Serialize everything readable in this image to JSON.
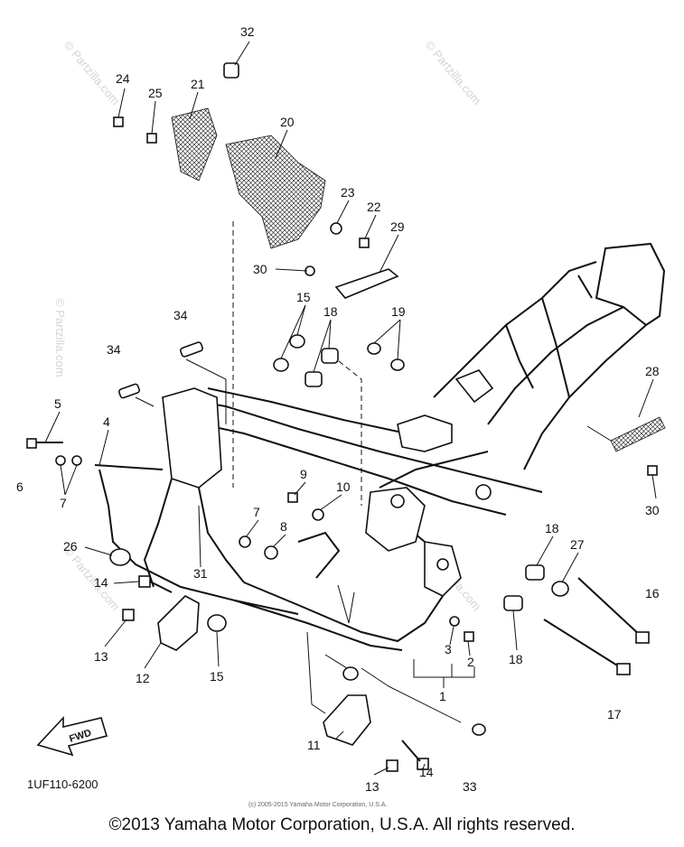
{
  "part_labels": [
    "32",
    "24",
    "25",
    "21",
    "20",
    "23",
    "22",
    "29",
    "30",
    "15",
    "18",
    "19",
    "34",
    "34",
    "5",
    "6",
    "7",
    "4",
    "9",
    "10",
    "7",
    "8",
    "31",
    "26",
    "14",
    "13",
    "12",
    "15",
    "11",
    "13",
    "14",
    "33",
    "1",
    "2",
    "3",
    "18",
    "18",
    "27",
    "16",
    "17",
    "28",
    "30"
  ],
  "watermark_text": "© Partzilla.com",
  "fwd_label": "FWD",
  "diagram_code": "1UF110-6200",
  "small_copyright": "(c) 2005-2015 Yamaha Motor Corporation, U.S.A.",
  "copyright": "©2013 Yamaha Motor Corporation, U.S.A. All rights reserved."
}
